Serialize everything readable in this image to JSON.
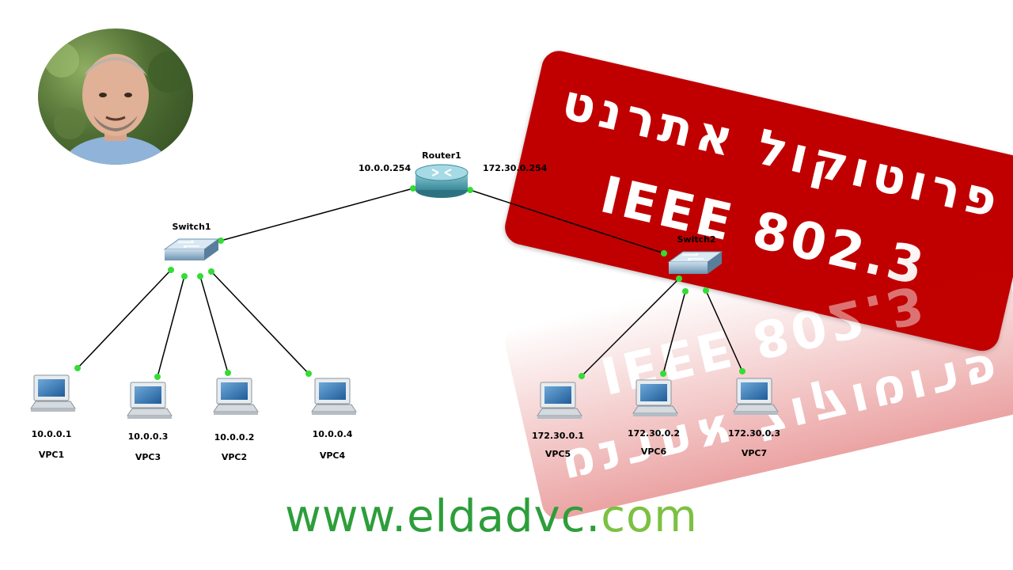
{
  "banner": {
    "line1": "פרוטוקול אתרנט",
    "line2": "IEEE 802.3",
    "color": "#c00000"
  },
  "website": {
    "main": "www.eldadvc.",
    "tld": "com",
    "color": "#2d9e3a",
    "tld_color": "#7cc142"
  },
  "network": {
    "router": {
      "name": "Router1",
      "left_ip": "10.0.0.254",
      "right_ip": "172.30.0.254"
    },
    "switches": [
      {
        "id": "s1",
        "name": "Switch1"
      },
      {
        "id": "s2",
        "name": "Switch2"
      }
    ],
    "hosts": [
      {
        "id": "h1",
        "name": "VPC1",
        "ip": "10.0.0.1",
        "switch": "s1"
      },
      {
        "id": "h2",
        "name": "VPC3",
        "ip": "10.0.0.3",
        "switch": "s1"
      },
      {
        "id": "h3",
        "name": "VPC2",
        "ip": "10.0.0.2",
        "switch": "s1"
      },
      {
        "id": "h4",
        "name": "VPC4",
        "ip": "10.0.0.4",
        "switch": "s1"
      },
      {
        "id": "h5",
        "name": "VPC5",
        "ip": "172.30.0.1",
        "switch": "s2"
      },
      {
        "id": "h6",
        "name": "VPC6",
        "ip": "172.30.0.2",
        "switch": "s2"
      },
      {
        "id": "h7",
        "name": "VPC7",
        "ip": "172.30.0.3",
        "switch": "s2"
      }
    ],
    "link_dot_color": "#33dd33"
  }
}
